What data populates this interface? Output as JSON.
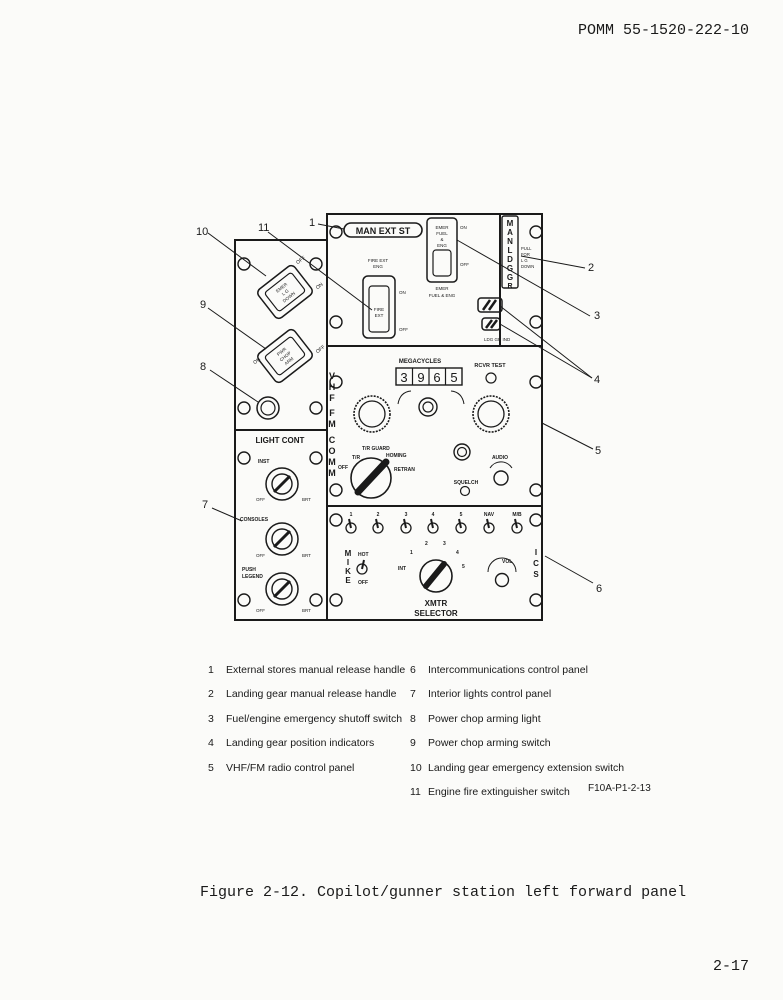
{
  "header": {
    "doc_id": "POMM 55-1520-222-10"
  },
  "figure": {
    "panel_labels": {
      "man_ext_st": "MAN EXT ST",
      "emer_fuel_eng_top": [
        "EMER",
        "FUEL",
        "&",
        "ENG"
      ],
      "on": "ON",
      "off": "OFF",
      "emer_fuel_eng_bottom": [
        "EMER",
        "FUEL & ENG"
      ],
      "fire_ext_eng": [
        "FIRE EXT",
        "ENG"
      ],
      "fire_ext": [
        "FIRE",
        "EXT"
      ],
      "man_ldg_gr": [
        "M",
        "A",
        "N",
        "L",
        "D",
        "G",
        "G",
        "R"
      ],
      "pull_for_lg_down": [
        "PULL",
        "FOR",
        "L G",
        "DOWN"
      ],
      "ldg_gr_ind": "LDG GR IND",
      "emer_lg_down": [
        "EMER",
        "L G",
        "DOWN"
      ],
      "pwr_chop_arm": [
        "PWR",
        "CHOP",
        "ARM"
      ],
      "megacycles": "MEGACYCLES",
      "rcvr_test": "RCVR TEST",
      "freq_digits": [
        "3",
        "9",
        "6",
        "5"
      ],
      "vhf_fm_comm": [
        "V",
        "H",
        "F",
        "F",
        "M",
        "C",
        "O",
        "M",
        "M"
      ],
      "tr_guard": "T/R GUARD",
      "tr": "T/R",
      "homing": "HOMING",
      "retran": "RETRAN",
      "audio": "AUDIO",
      "squelch": "SQUELCH",
      "light_cont": "LIGHT CONT",
      "inst": "INST",
      "brt": "BRT",
      "consoles": "CONSOLES",
      "push_legend": [
        "PUSH",
        "LEGEND"
      ],
      "ics_toggles": [
        "1",
        "2",
        "3",
        "4",
        "5",
        "NAV",
        "M/B"
      ],
      "mike": [
        "M",
        "I",
        "K",
        "E"
      ],
      "hot": "HOT",
      "xmtr_positions": [
        "INT",
        "1",
        "2",
        "3",
        "4",
        "5"
      ],
      "vol": "VOL",
      "ics": [
        "I",
        "C",
        "S"
      ],
      "xmtr_selector": [
        "XMTR",
        "SELECTOR"
      ]
    },
    "callouts": [
      "1",
      "2",
      "3",
      "4",
      "5",
      "6",
      "7",
      "8",
      "9",
      "10",
      "11"
    ]
  },
  "legend": {
    "left": [
      {
        "n": "1",
        "text": "External stores manual release handle"
      },
      {
        "n": "2",
        "text": "Landing gear manual release handle"
      },
      {
        "n": "3",
        "text": "Fuel/engine emergency shutoff switch"
      },
      {
        "n": "4",
        "text": "Landing gear position indicators"
      },
      {
        "n": "5",
        "text": "VHF/FM  radio control panel"
      }
    ],
    "right": [
      {
        "n": "6",
        "text": "Intercommunications control panel"
      },
      {
        "n": "7",
        "text": "Interior lights control panel"
      },
      {
        "n": "8",
        "text": "Power chop arming light"
      },
      {
        "n": "9",
        "text": "Power chop arming switch"
      },
      {
        "n": "10",
        "text": "Landing gear emergency extension switch"
      },
      {
        "n": "11",
        "text": "Engine fire extinguisher switch"
      }
    ],
    "figure_code": "F10A-P1-2-13"
  },
  "caption": "Figure 2-12.  Copilot/gunner station left forward panel",
  "footer": {
    "page": "2-17"
  }
}
